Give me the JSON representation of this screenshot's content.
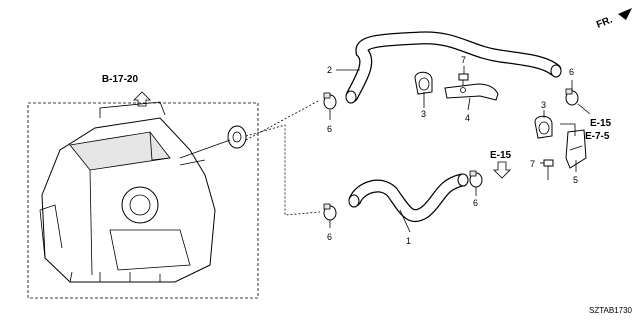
{
  "diagram": {
    "part_code": "SZTAB1730",
    "direction_label": "FR.",
    "reference_box_label": "B-17-20",
    "refs": {
      "e15_top": "E-15",
      "e75": "E-7-5",
      "e15_mid": "E-15"
    },
    "callouts": {
      "c1": "1",
      "c2": "2",
      "c3a": "3",
      "c3b": "3",
      "c4": "4",
      "c5": "5",
      "c6a": "6",
      "c6b": "6",
      "c6c": "6",
      "c6d": "6",
      "c7a": "7",
      "c7b": "7"
    }
  }
}
